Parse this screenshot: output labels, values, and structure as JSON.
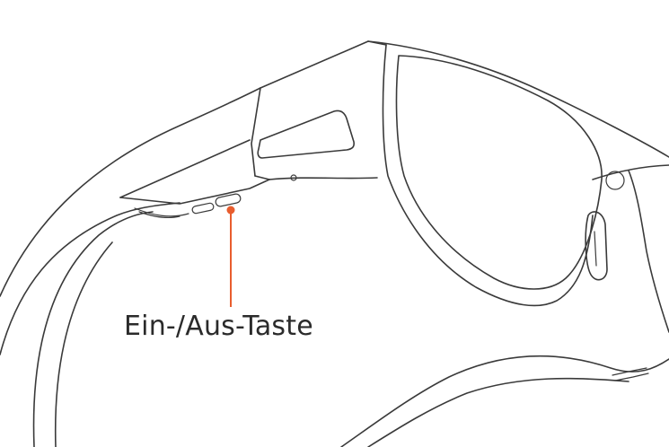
{
  "callout": {
    "label": "Ein-/Aus-Taste"
  },
  "colors": {
    "line": "#3a3a3a",
    "accent": "#e85d2e",
    "background": "#ffffff"
  },
  "icons": {
    "product": "smart-glasses-drawing",
    "marker": "callout-dot"
  }
}
